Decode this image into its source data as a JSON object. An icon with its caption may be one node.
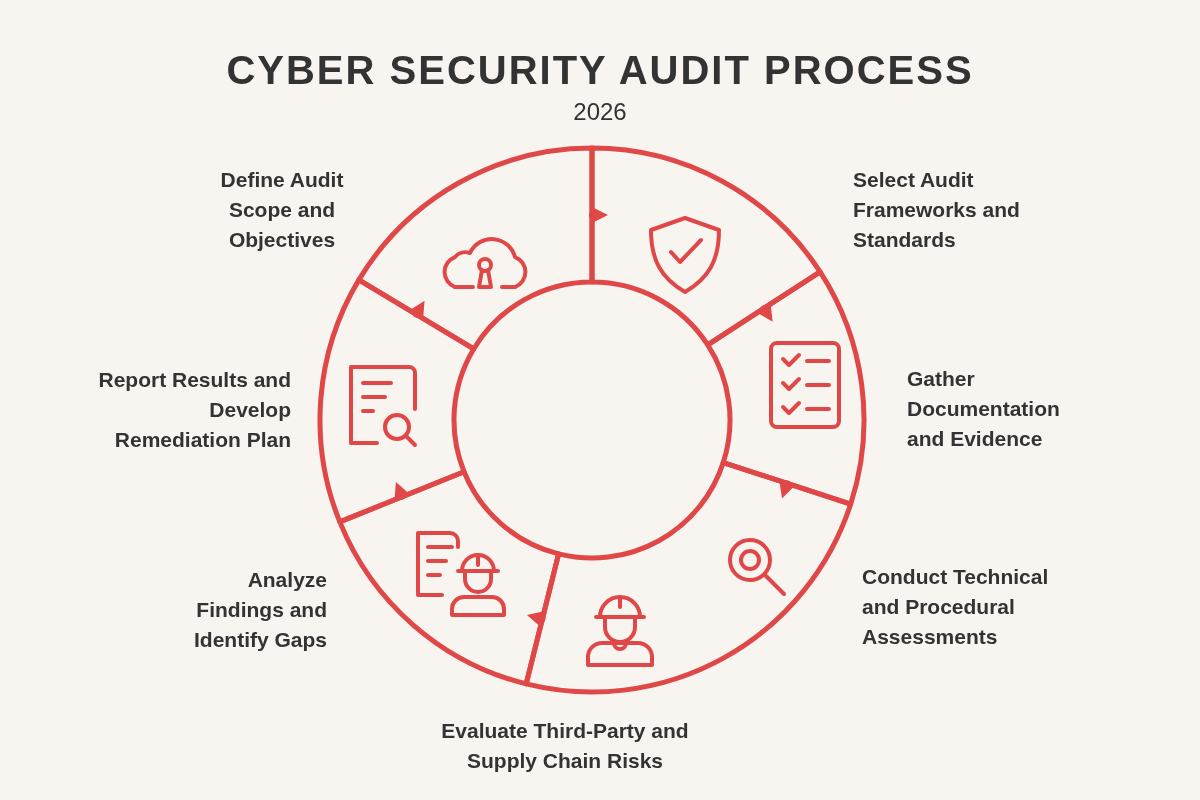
{
  "diagram": {
    "title": "CYBER SECURITY AUDIT PROCESS",
    "nodes": [
      {
        "text": [
          "Define Audit Scope and Objectives"
        ]
      },
      {
        "text": [
          "Select Audit Frameworks and Standards"
        ]
      },
      {
        "text": [
          "Gather Documentation and Evidence"
        ]
      },
      {
        "text": [
          "Conduct Technical and Procedural Assessments",
          "Evaluate Third-Party and Supply Chain Risks"
        ]
      },
      {
        "text": [
          "Analyze Findings and Identify Gaps"
        ]
      },
      {
        "text": [
          "Report Results and Develop Remediation Plan"
        ]
      }
    ],
    "edges": [
      {
        "from": 0,
        "to": 1,
        "arrow": "to"
      },
      {
        "from": 1,
        "to": 2,
        "arrow": "to"
      },
      {
        "from": 2,
        "to": 3,
        "arrow": "to"
      },
      {
        "from": 3,
        "to": 4,
        "arrow": "to"
      },
      {
        "from": 4,
        "to": 5,
        "arrow": "to"
      },
      {
        "from": 5,
        "to": 0,
        "arrow": "to"
      }
    ],
    "labels": [
      "2026"
    ]
  }
}
